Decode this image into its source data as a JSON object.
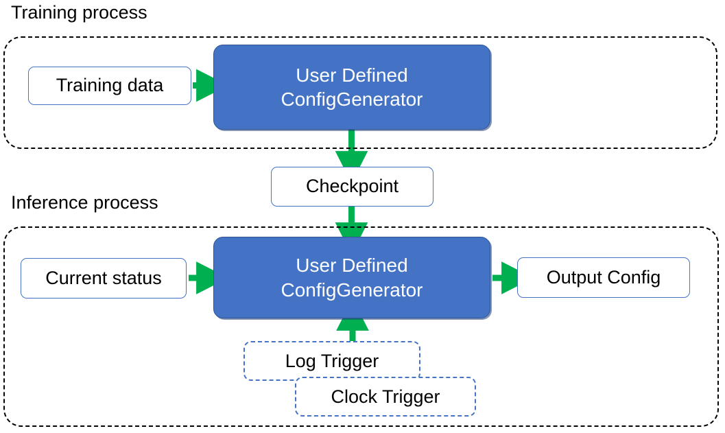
{
  "diagram": {
    "title_training": "Training process",
    "title_inference": "Inference process",
    "accent_green": "#00B050",
    "accent_blue": "#4472C4",
    "border_blue": "#2F5597",
    "group_border": "#000000"
  },
  "training": {
    "label": "Training process",
    "input_node": "Training data",
    "processor": {
      "line1": "User Defined",
      "line2": "ConfigGenerator"
    }
  },
  "checkpoint": {
    "label": "Checkpoint"
  },
  "inference": {
    "label": "Inference process",
    "input_node": "Current status",
    "processor": {
      "line1": "User Defined",
      "line2": "ConfigGenerator"
    },
    "output_node": "Output Config",
    "triggers": [
      {
        "label": "Log Trigger"
      },
      {
        "label": "Clock Trigger"
      }
    ]
  },
  "edges": [
    {
      "from": "Training data",
      "to": "User Defined ConfigGenerator"
    },
    {
      "from": "User Defined ConfigGenerator",
      "to": "Checkpoint"
    },
    {
      "from": "Checkpoint",
      "to": "User Defined ConfigGenerator"
    },
    {
      "from": "Current status",
      "to": "User Defined ConfigGenerator"
    },
    {
      "from": "User Defined ConfigGenerator",
      "to": "Output Config"
    },
    {
      "from": "Log Trigger",
      "to": "User Defined ConfigGenerator"
    }
  ]
}
